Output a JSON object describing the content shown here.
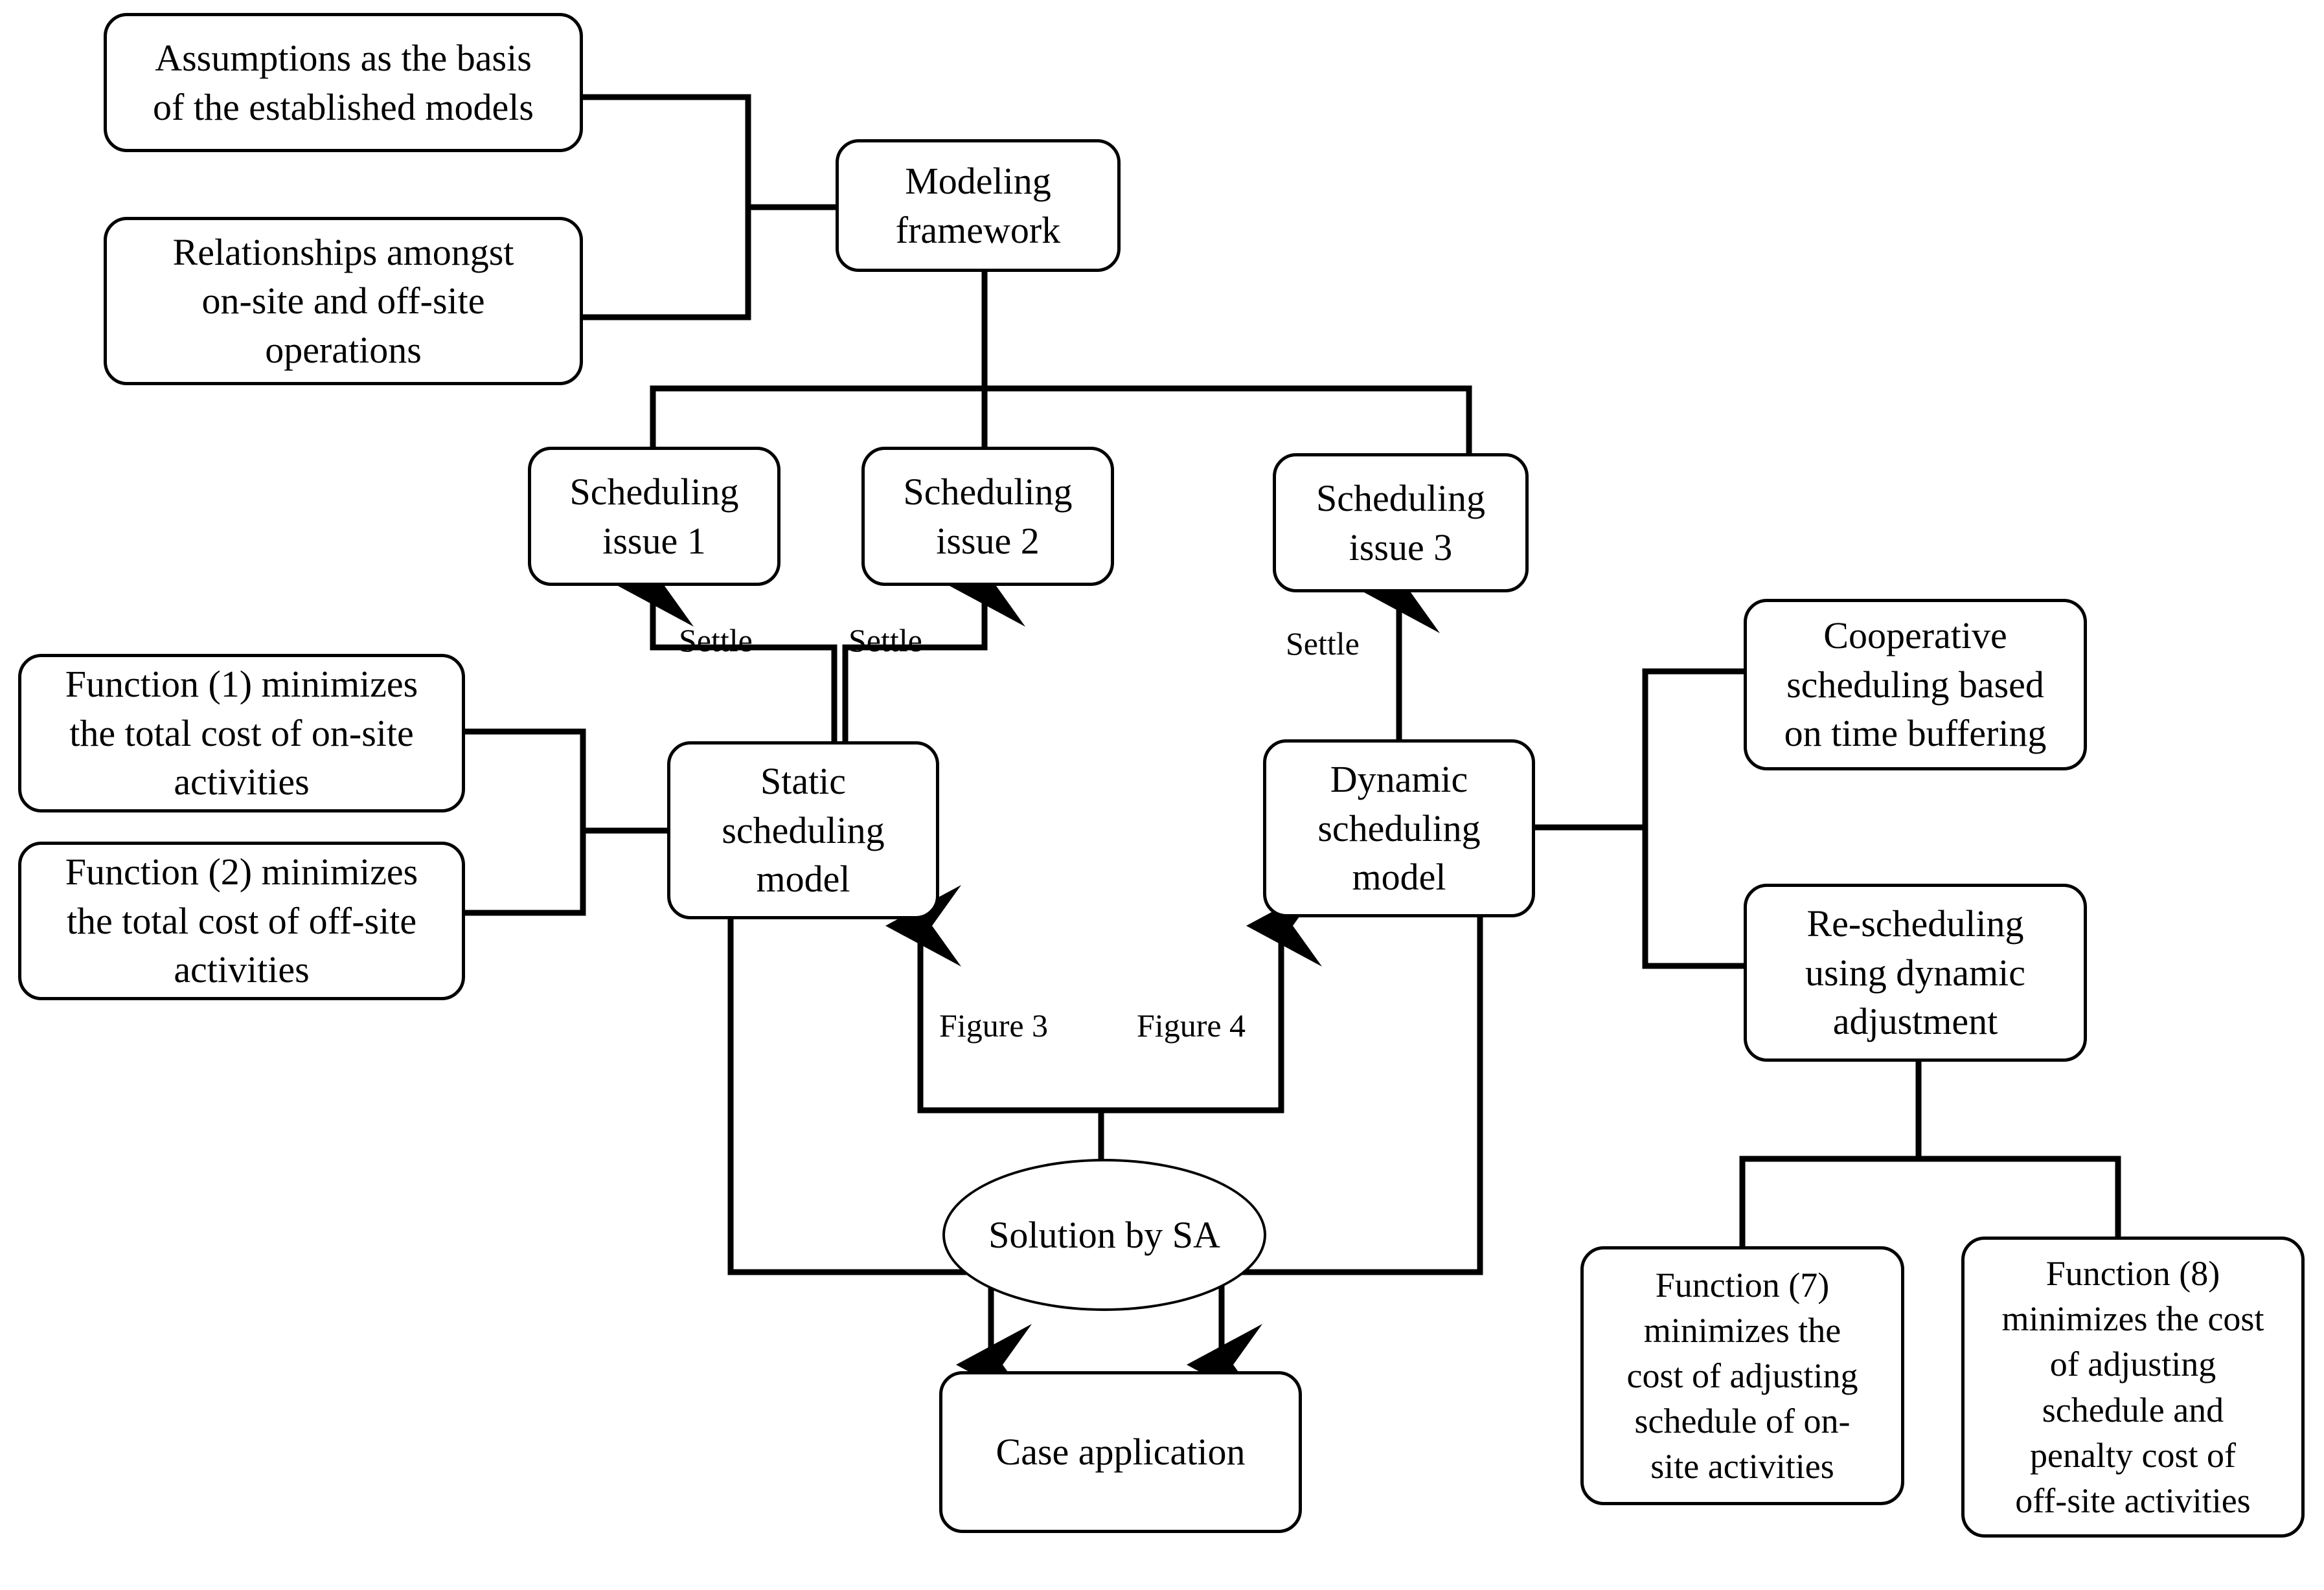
{
  "diagram": {
    "type": "flowchart",
    "background": "#ffffff",
    "stroke": "#000000",
    "nodes": {
      "assumptions": "Assumptions as the basis\nof the established models",
      "relationships": "Relationships amongst\non-site and off-site\noperations",
      "modeling_framework": "Modeling\nframework",
      "scheduling_issue_1": "Scheduling\nissue 1",
      "scheduling_issue_2": "Scheduling\nissue 2",
      "scheduling_issue_3": "Scheduling\nissue 3",
      "function_1": "Function (1) minimizes\nthe total cost of on-site\nactivities",
      "function_2": "Function (2) minimizes\nthe total cost of off-site\nactivities",
      "static_model": "Static\nscheduling\nmodel",
      "dynamic_model": "Dynamic\nscheduling\nmodel",
      "cooperative_scheduling": "Cooperative\nscheduling based\non time buffering",
      "rescheduling": "Re-scheduling\nusing dynamic\nadjustment",
      "solution_by_sa": "Solution by SA",
      "case_application": "Case application",
      "function_7": "Function (7)\nminimizes the\ncost of adjusting\nschedule  of on-\nsite activities",
      "function_8": "Function (8)\nminimizes the cost\nof adjusting\nschedule  and\npenalty cost of\noff-site activities"
    },
    "edge_labels": {
      "settle_1": "Settle",
      "settle_2": "Settle",
      "settle_3": "Settle",
      "figure_3": "Figure 3",
      "figure_4": "Figure 4"
    }
  }
}
